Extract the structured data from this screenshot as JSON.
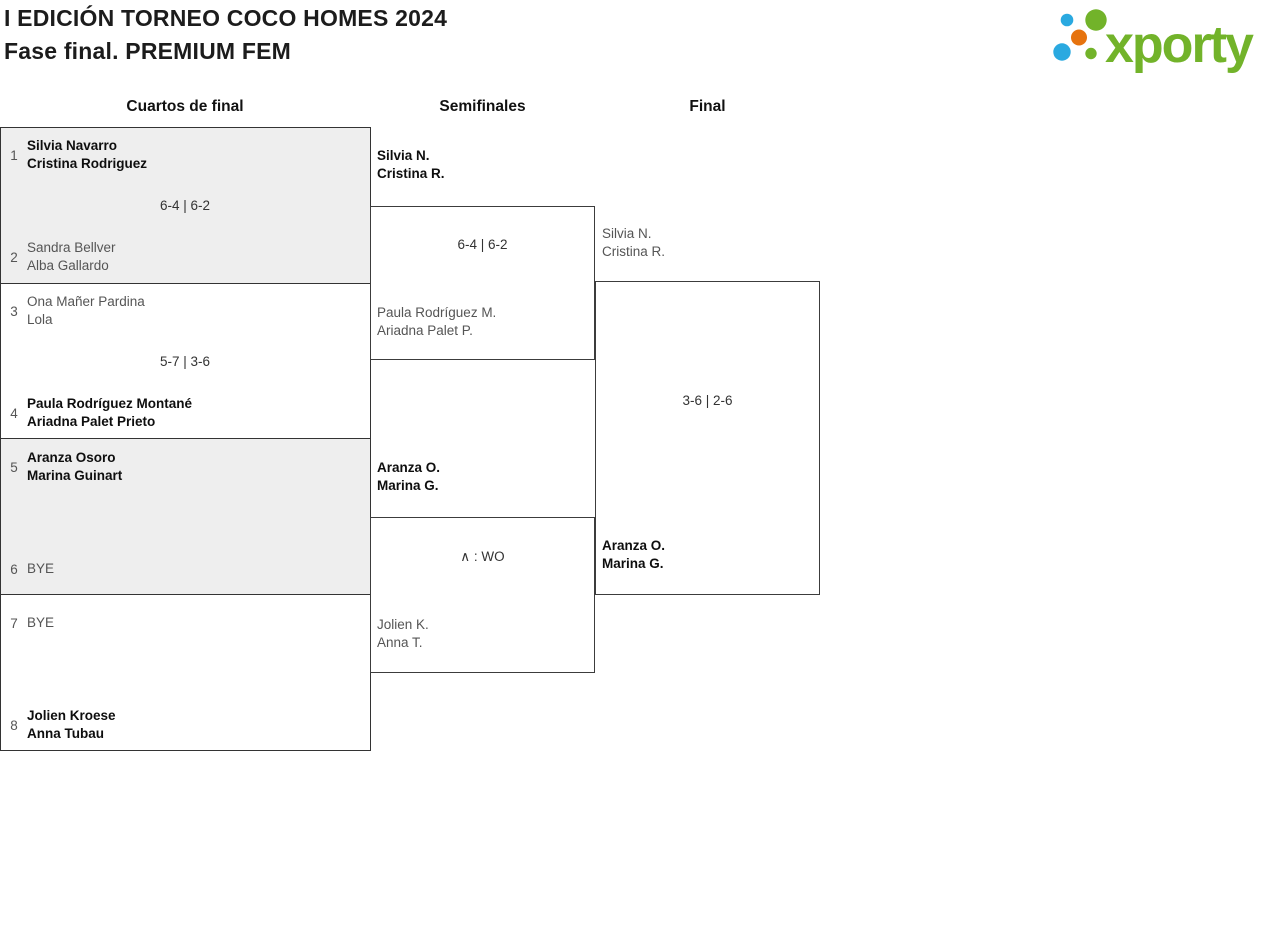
{
  "header": {
    "title": "I EDICIÓN TORNEO COCO HOMES 2024",
    "subtitle": "Fase final. PREMIUM FEM"
  },
  "logo": {
    "brand": "xporty",
    "colors": {
      "green": "#72b32a",
      "blue": "#2aa9e0",
      "orange": "#e6730e"
    }
  },
  "round_headers": {
    "quarterfinals": "Cuartos de final",
    "semifinals": "Semifinales",
    "final": "Final"
  },
  "theme": {
    "shaded_row_bg": "#eeeeee",
    "border_color": "#333333",
    "winner_text": "#0e0e0e",
    "loser_text": "#555555"
  },
  "bracket": {
    "quarterfinals": [
      {
        "team1": {
          "seed": "1",
          "players": [
            "Silvia Navarro",
            "Cristina Rodriguez"
          ],
          "winner": true
        },
        "score": "6-4 | 6-2",
        "team2": {
          "seed": "2",
          "players": [
            "Sandra Bellver",
            "Alba Gallardo"
          ],
          "winner": false
        }
      },
      {
        "team1": {
          "seed": "3",
          "players": [
            "Ona Mañer Pardina",
            "Lola"
          ],
          "winner": false
        },
        "score": "5-7 | 3-6",
        "team2": {
          "seed": "4",
          "players": [
            "Paula Rodríguez Montané",
            "Ariadna Palet Prieto"
          ],
          "winner": true
        }
      },
      {
        "team1": {
          "seed": "5",
          "players": [
            "Aranza Osoro",
            "Marina Guinart"
          ],
          "winner": true
        },
        "score": "",
        "team2": {
          "seed": "6",
          "players": [
            "BYE"
          ],
          "winner": false
        }
      },
      {
        "team1": {
          "seed": "7",
          "players": [
            "BYE"
          ],
          "winner": false
        },
        "score": "",
        "team2": {
          "seed": "8",
          "players": [
            "Jolien Kroese",
            "Anna Tubau"
          ],
          "winner": true
        }
      }
    ],
    "semifinals": [
      {
        "team1": {
          "players": [
            "Silvia N.",
            "Cristina R."
          ],
          "winner": true
        },
        "score": "6-4 | 6-2",
        "team2": {
          "players": [
            "Paula Rodríguez M.",
            "Ariadna Palet P."
          ],
          "winner": false
        }
      },
      {
        "team1": {
          "players": [
            "Aranza O.",
            "Marina G."
          ],
          "winner": true
        },
        "score": "∧ : WO",
        "team2": {
          "players": [
            "Jolien K.",
            "Anna T."
          ],
          "winner": false
        }
      }
    ],
    "final": {
      "team1": {
        "players": [
          "Silvia N.",
          "Cristina R."
        ],
        "winner": false
      },
      "score": "3-6 | 2-6",
      "team2": {
        "players": [
          "Aranza O.",
          "Marina G."
        ],
        "winner": true
      }
    }
  }
}
